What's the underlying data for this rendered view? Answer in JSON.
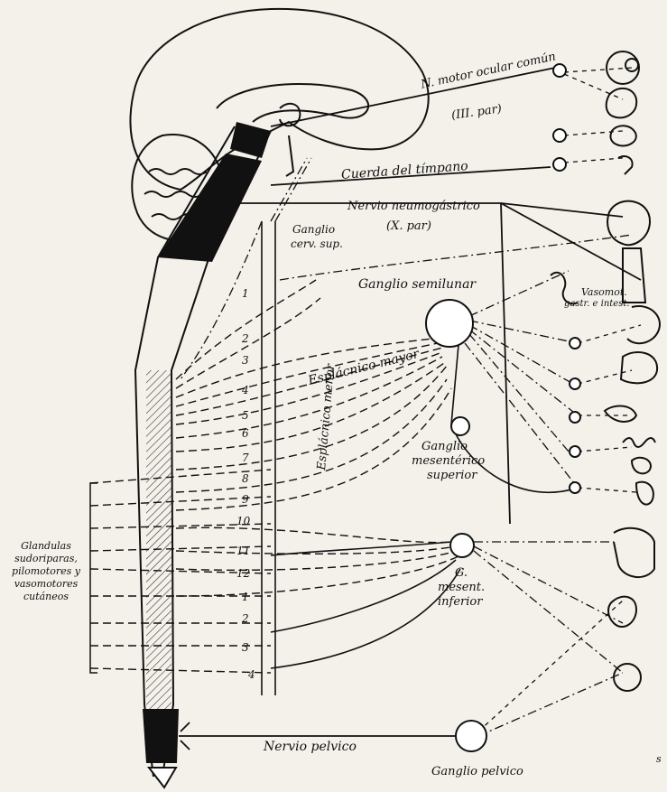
{
  "labels": {
    "oculomotor": "N. motor ocular común",
    "oculomotor_pair": "(III. par)",
    "chorda": "Cuerda del tímpano",
    "vagus": "Nervio neumogástrico",
    "vagus_pair": "(X. par)",
    "cervical_ganglion_1": "Ganglio",
    "cervical_ganglion_2": "cerv. sup.",
    "semilunar": "Ganglio semilunar",
    "vasomotor_1": "Vasomot.",
    "vasomotor_2": "gastr. e intest.",
    "splanchnic_major": "Esplácnico mayor",
    "splanchnic_minor": "Esplácnico menor",
    "sup_mesenteric_1": "Ganglio",
    "sup_mesenteric_2": "mesentérico",
    "sup_mesenteric_3": "superior",
    "inf_mesenteric_1": "G.",
    "inf_mesenteric_2": "mesent.",
    "inf_mesenteric_3": "inferior",
    "pelvic_nerve": "Nervio pelvico",
    "pelvic_ganglion": "Ganglio pelvico",
    "corner": "s"
  },
  "glands": [
    "Glandulas",
    "sudoriparas,",
    "pilomotores y",
    "vasomotores",
    "cutáneos"
  ],
  "segments": {
    "thoracic": [
      "1",
      "2",
      "3",
      "4",
      "5",
      "6",
      "7",
      "8",
      "9",
      "10",
      "11",
      "12"
    ],
    "lumbar": [
      "1",
      "2",
      "3",
      "4"
    ]
  }
}
